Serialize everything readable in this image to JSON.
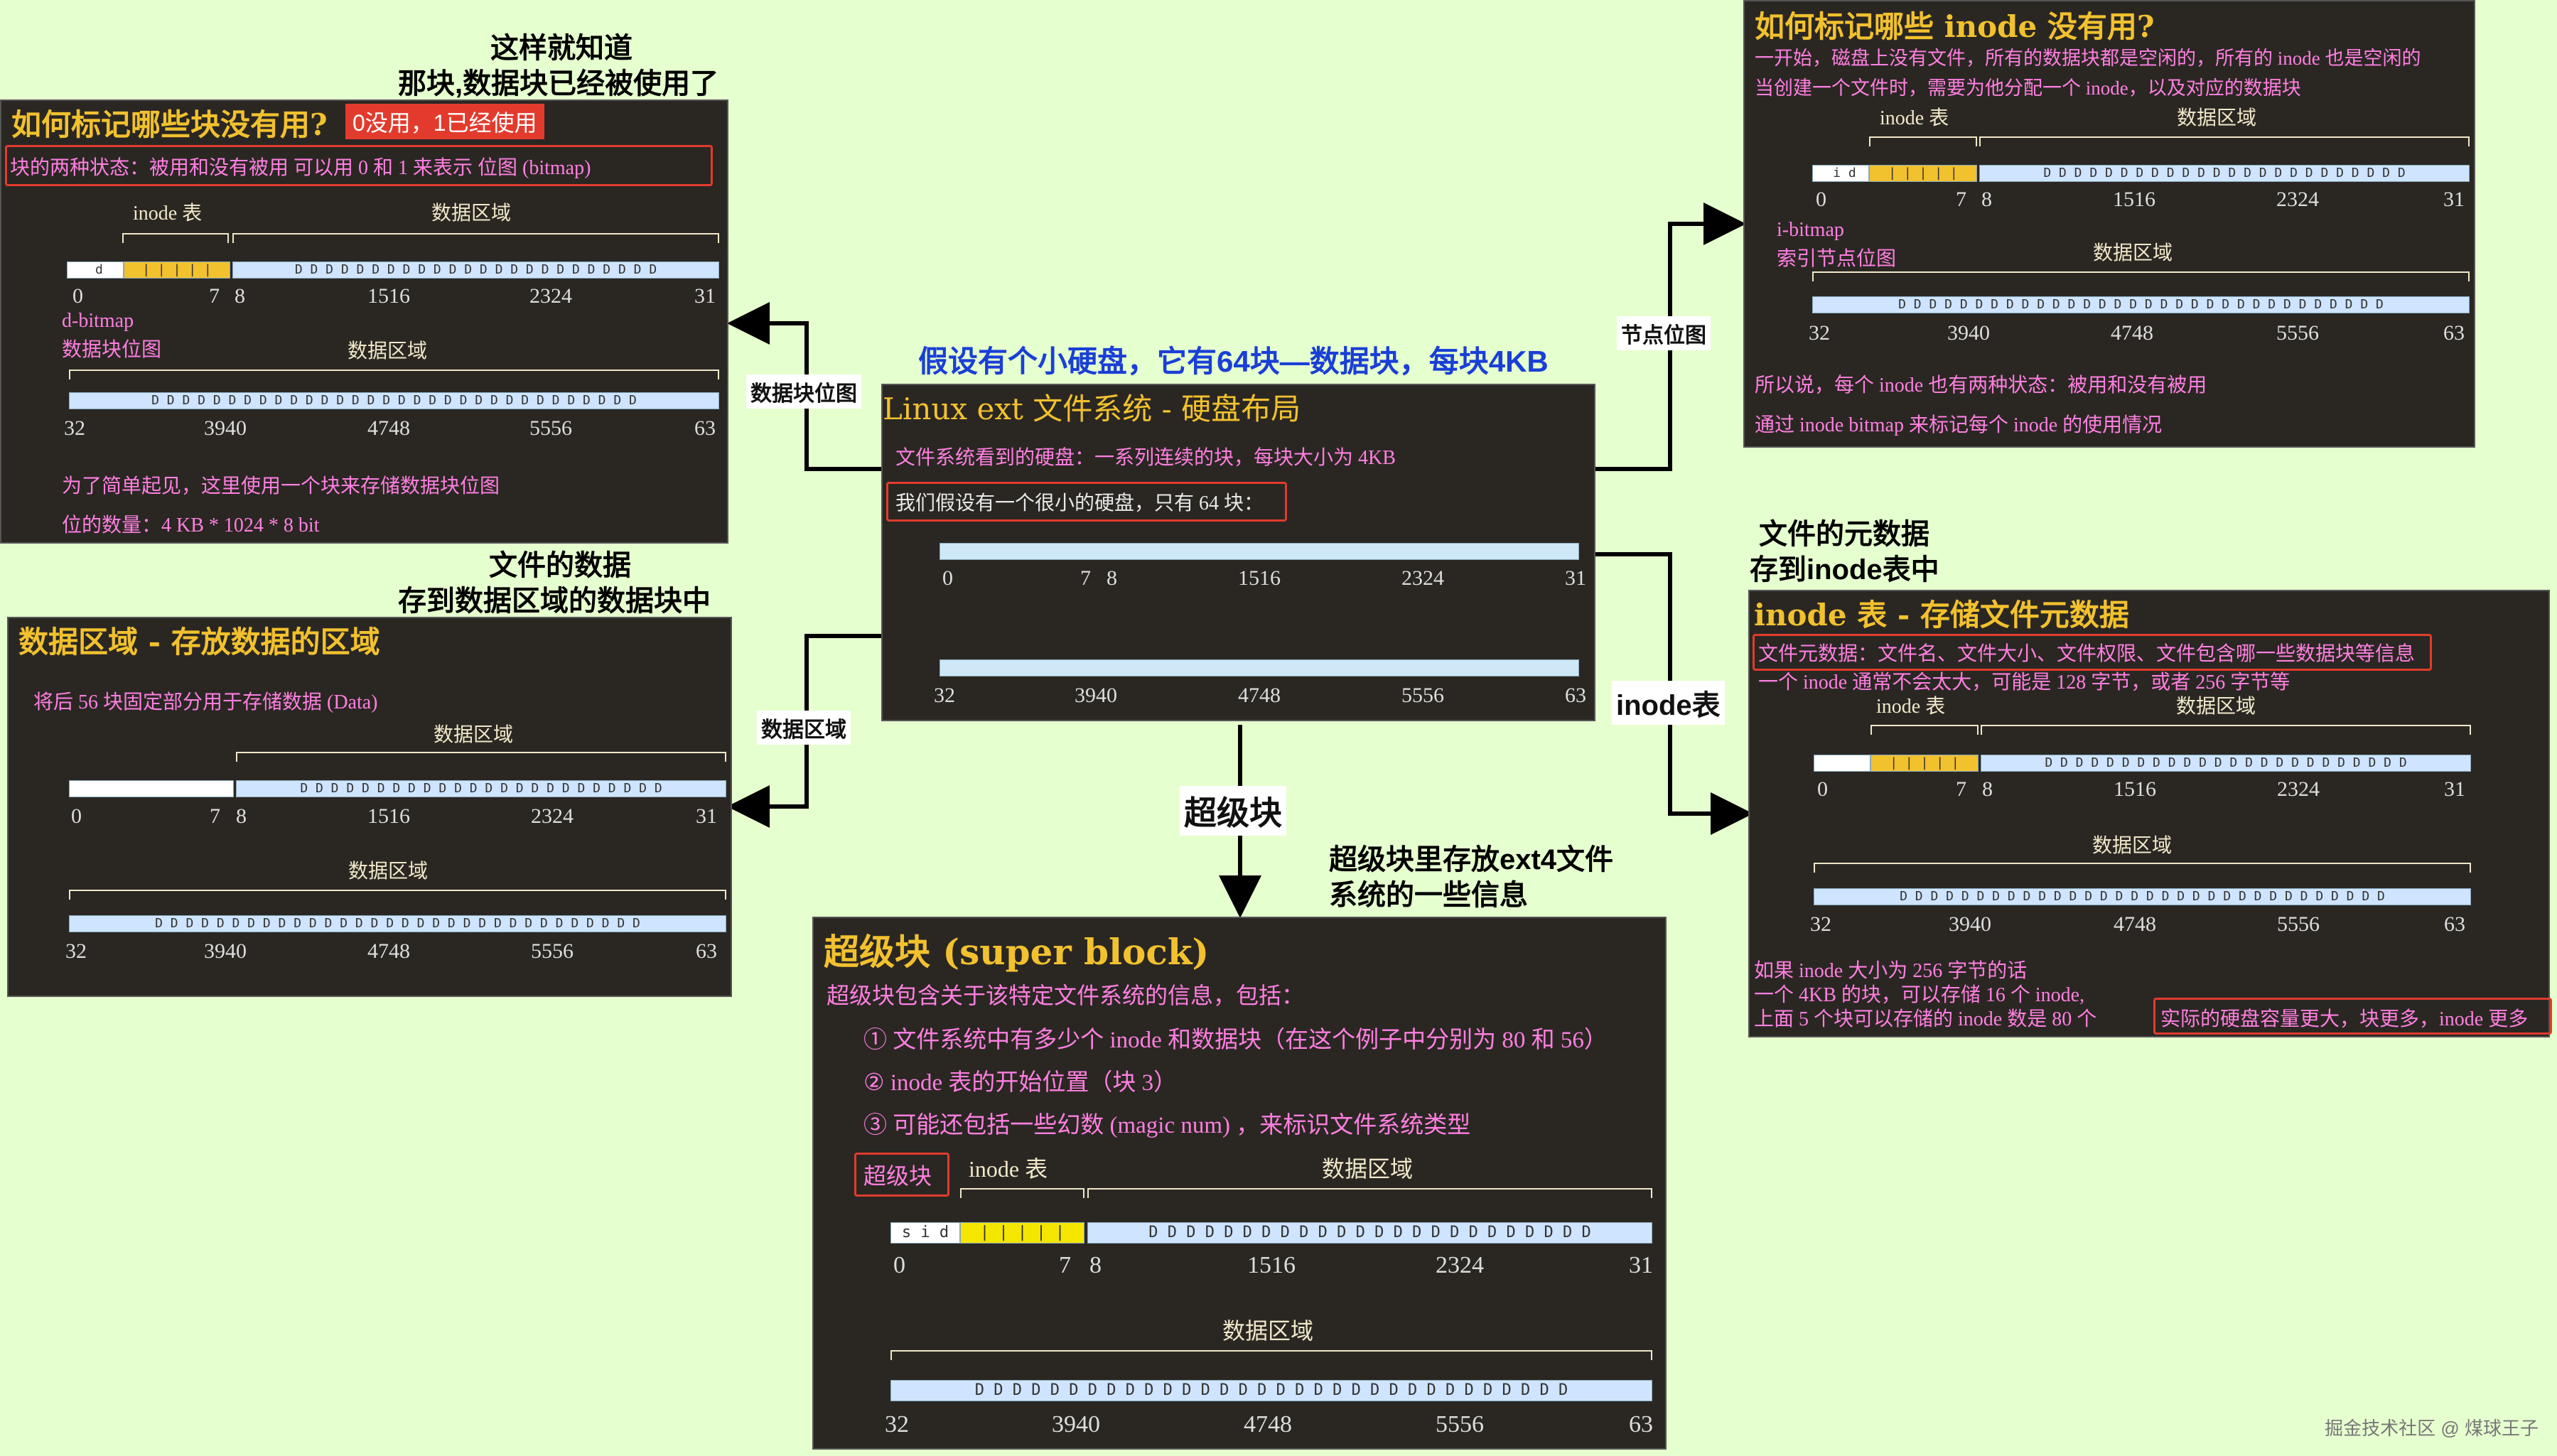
{
  "center": {
    "caption": "假设有个小硬盘，它有64块—数据块，每块4KB",
    "title": "Linux ext 文件系统 - 硬盘布局",
    "line1": "文件系统看到的硬盘：一系列连续的块，每块大小为 4KB",
    "line2": "我们假设有一个很小的硬盘，只有 64 块：",
    "row1": [
      "0",
      "7",
      "8",
      "1516",
      "2324",
      "31"
    ],
    "row2": [
      "32",
      "3940",
      "4748",
      "5556",
      "63"
    ]
  },
  "connectors": {
    "dbitmap": "数据块位图",
    "inode_bitmap": "节点位图",
    "data_region": "数据区域",
    "inode_table": "inode表",
    "super": "超级块"
  },
  "top_left": {
    "caption_l1": "这样就知道",
    "caption_l2": "那块,数据块已经被使用了",
    "title": "如何标记哪些块没有用?",
    "tag": "0没用，1已经使用",
    "states": "块的两种状态：被用和没有被用     可以用 0 和 1 来表示          位图 (bitmap)",
    "inode_label": "inode 表",
    "data_label": "数据区域",
    "row1": [
      "0",
      "7",
      "8",
      "1516",
      "2324",
      "31"
    ],
    "bitmap_l1": "d-bitmap",
    "bitmap_l2": "数据块位图",
    "data_label2": "数据区域",
    "row2": [
      "32",
      "3940",
      "4748",
      "5556",
      "63"
    ],
    "note1": "为了简单起见，这里使用一个块来存储数据块位图",
    "note2": "位的数量：4 KB * 1024 * 8 bit"
  },
  "mid_left": {
    "caption_l1": "文件的数据",
    "caption_l2": "存到数据区域的数据块中",
    "title": "数据区域 - 存放数据的区域",
    "line1": "将后 56 块固定部分用于存储数据 (Data)",
    "data_label": "数据区域",
    "row1": [
      "0",
      "7",
      "8",
      "1516",
      "2324",
      "31"
    ],
    "data_label2": "数据区域",
    "row2": [
      "32",
      "3940",
      "4748",
      "5556",
      "63"
    ]
  },
  "top_right": {
    "title": "如何标记哪些 inode 没有用?",
    "line1": "一开始，磁盘上没有文件，所有的数据块都是空闲的，所有的 inode 也是空闲的",
    "line2": "当创建一个文件时，需要为他分配一个 inode，以及对应的数据块",
    "inode_label": "inode 表",
    "data_label": "数据区域",
    "row1": [
      "0",
      "7",
      "8",
      "1516",
      "2324",
      "31"
    ],
    "bitmap_l1": "i-bitmap",
    "bitmap_l2": "索引节点位图",
    "data_label2": "数据区域",
    "row2": [
      "32",
      "3940",
      "4748",
      "5556",
      "63"
    ],
    "note1": "所以说，每个 inode 也有两种状态：被用和没有被用",
    "note2": "通过 inode bitmap 来标记每个 inode 的使用情况"
  },
  "mid_right": {
    "caption_l1": "文件的元数据",
    "caption_l2": "存到inode表中",
    "title": "inode 表 - 存储文件元数据",
    "line1": "文件元数据：文件名、文件大小、文件权限、文件包含哪一些数据块等信息",
    "line2": "一个 inode 通常不会太大，可能是 128 字节，或者 256 字节等",
    "inode_label": "inode 表",
    "data_label": "数据区域",
    "row1": [
      "0",
      "7",
      "8",
      "1516",
      "2324",
      "31"
    ],
    "data_label2": "数据区域",
    "row2": [
      "32",
      "3940",
      "4748",
      "5556",
      "63"
    ],
    "note1": "如果 inode 大小为 256 字节的话",
    "note2": "一个 4KB 的块，可以存储 16 个 inode,",
    "note3": "上面 5 个块可以存储的 inode 数是 80 个",
    "note4": "实际的硬盘容量更大，块更多，inode 更多"
  },
  "bottom": {
    "caption_l1": "超级块里存放ext4文件",
    "caption_l2": "系统的一些信息",
    "title": "超级块 (super block)",
    "line1": "超级块包含关于该特定文件系统的信息，包括：",
    "item1": "① 文件系统中有多少个 inode 和数据块（在这个例子中分别为 80 和 56）",
    "item2": "② inode 表的开始位置（块 3）",
    "item3": "③ 可能还包括一些幻数 (magic num) ，来标识文件系统类型",
    "super_tag": "超级块",
    "inode_label": "inode 表",
    "data_label": "数据区域",
    "row1": [
      "0",
      "7",
      "8",
      "1516",
      "2324",
      "31"
    ],
    "data_label2": "数据区域",
    "row2": [
      "32",
      "3940",
      "4748",
      "5556",
      "63"
    ]
  },
  "watermark": "掘金技术社区 @ 煤球王子"
}
